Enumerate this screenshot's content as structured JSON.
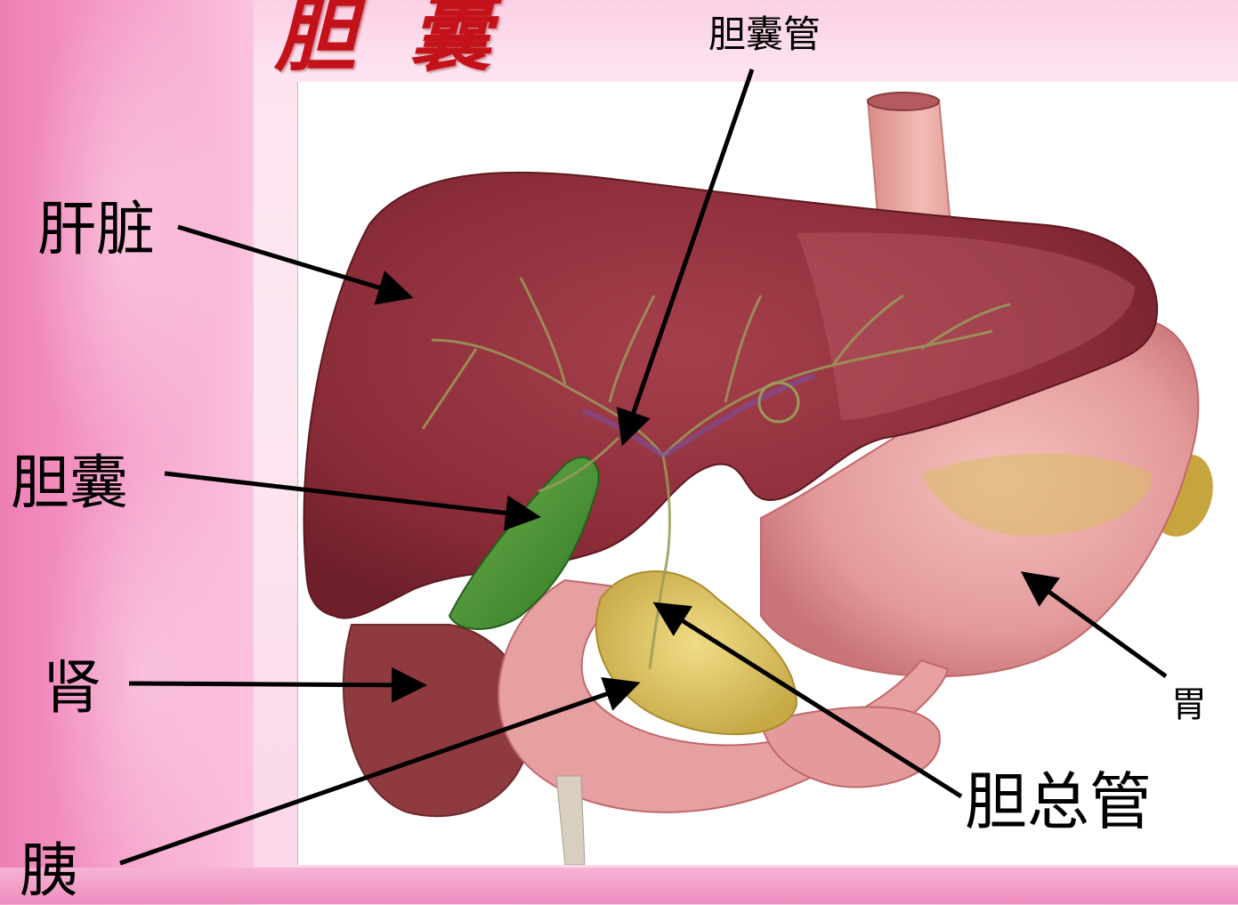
{
  "title": "胆 囊",
  "labels": {
    "cystic_duct": "胆囊管",
    "liver": "肝脏",
    "gallbladder": "胆囊",
    "kidney": "肾",
    "pancreas": "胰",
    "stomach": "胃",
    "common_bile_duct": "胆总管"
  },
  "colors": {
    "title": "#c4121a",
    "liver": "#8e2f3a",
    "gallbladder": "#3f8a2e",
    "stomach": "#e7a0a1",
    "pancreas": "#c9b04c",
    "arrow": "#000000"
  }
}
